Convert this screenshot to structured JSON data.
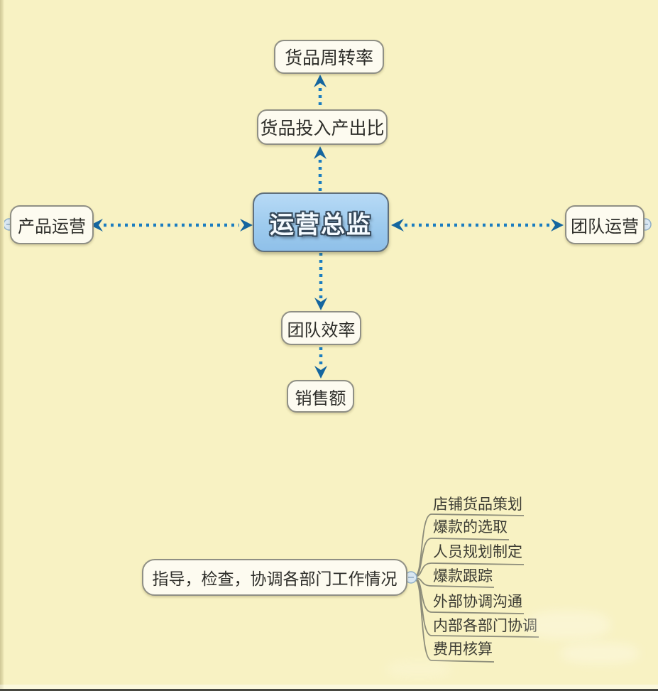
{
  "app": {
    "description": "mind-map canvas",
    "colors": {
      "background": "#f8f2c3",
      "arrow_blue": "#1b7dc0",
      "arrowhead_blue": "#15669f",
      "node_fill": "#fdfbf0",
      "node_border": "#8f8f85",
      "center_fill": "#9ecbee",
      "center_border": "#5f6f7c",
      "branch_line": "#8c8c7a"
    }
  },
  "center_node": {
    "label": "运营总监"
  },
  "top_branch": {
    "outer": "货品周转率",
    "inner": "货品投入产出比"
  },
  "left_branch": {
    "label": "产品运营"
  },
  "right_branch": {
    "label": "团队运营"
  },
  "bottom_branch": {
    "inner": "团队效率",
    "outer": "销售额"
  },
  "duty_branch": {
    "label": "指导，检查，协调各部门工作情况",
    "items": [
      "店铺货品策划",
      "爆款的选取",
      "人员规划制定",
      "爆款跟踪",
      "外部协调沟通",
      "内部各部门协调",
      "费用核算"
    ]
  }
}
